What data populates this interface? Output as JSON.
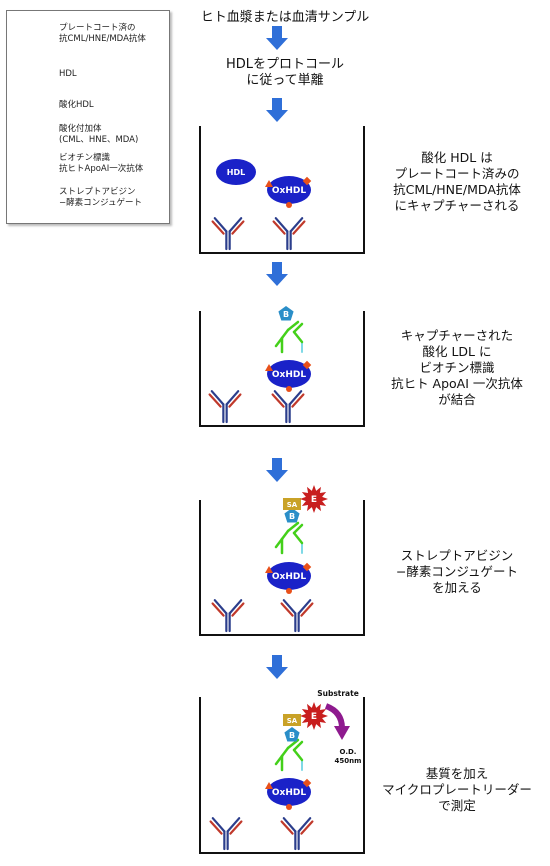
{
  "title": "ヒト血漿または血清サンプル",
  "protocol_line1": "HDLをプロトコール",
  "protocol_line2": "に従って単離",
  "legend": {
    "antibody_line1": "プレートコート済の",
    "antibody_line2": "抗CML/HNE/MDA抗体",
    "hdl": "HDL",
    "oxhdl": "酸化HDL",
    "adducts_line1": "酸化付加体",
    "adducts_line2": "(CML、HNE、MDA)",
    "biotin_line1": "ビオチン標識",
    "biotin_line2": "抗ヒトApoAI一次抗体",
    "strep_line1": "ストレプトアビジン",
    "strep_line2": "−酵素コンジュゲート"
  },
  "icons": {
    "hdl_label": "HDL",
    "oxhdl_label": "OxHDL",
    "biotin_label": "B",
    "sa_label": "SA",
    "enzyme_label": "E",
    "substrate_label": "Substrate",
    "od_line1": "O.D.",
    "od_line2": "450nm"
  },
  "steps": [
    {
      "lines": [
        "酸化 HDL は",
        "プレートコート済みの",
        "抗CML/HNE/MDA抗体",
        "にキャプチャーされる"
      ]
    },
    {
      "lines": [
        "キャプチャーされた",
        "酸化 LDL に",
        "ビオチン標識",
        "抗ヒト ApoAI 一次抗体",
        "が結合"
      ]
    },
    {
      "lines": [
        "ストレプトアビジン",
        "−酵素コンジュゲート",
        "を加える"
      ]
    },
    {
      "lines": [
        "基質を加え",
        "マイクロプレートリーダー",
        "で測定"
      ]
    }
  ],
  "colors": {
    "arrow": "#2f6fd8",
    "hdl": "#1a22c8",
    "adduct": "#e8501a",
    "antibody_red": "#c0392b",
    "antibody_blue": "#2c3e8c",
    "biotin_ab": "#44d01a",
    "biotin": "#2a8ec8",
    "enzyme": "#c81e1e",
    "sa": "#c9a227",
    "substrate": "#8e1a8e"
  }
}
